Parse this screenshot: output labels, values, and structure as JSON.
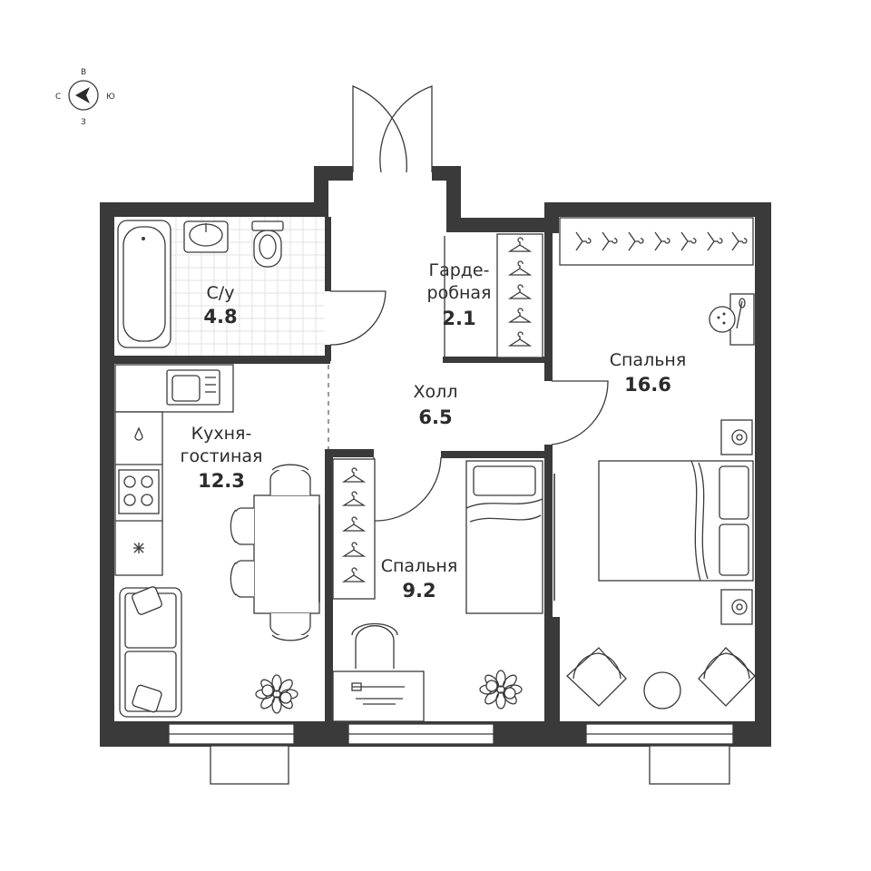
{
  "compass": {
    "north": "С",
    "east": "В",
    "south": "Ю",
    "west": "З"
  },
  "rooms": {
    "bathroom": {
      "name": "С/у",
      "area": "4.8"
    },
    "wardrobe": {
      "name_line1": "Гарде-",
      "name_line2": "робная",
      "area": "2.1"
    },
    "hall": {
      "name": "Холл",
      "area": "6.5"
    },
    "bedroom_large": {
      "name": "Спальня",
      "area": "16.6"
    },
    "kitchen": {
      "name_line1": "Кухня-",
      "name_line2": "гостиная",
      "area": "12.3"
    },
    "bedroom_small": {
      "name": "Спальня",
      "area": "9.2"
    }
  },
  "colors": {
    "wall": "#3a3a3a",
    "line": "#3a3a3a",
    "background": "#ffffff"
  }
}
